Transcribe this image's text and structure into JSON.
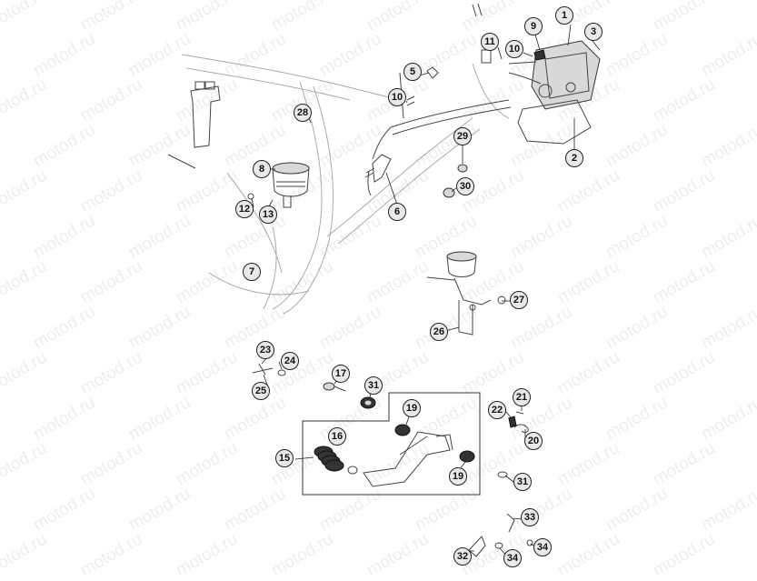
{
  "watermark": {
    "text": "motod.ru"
  },
  "callouts": [
    {
      "label": "1"
    },
    {
      "label": "2"
    },
    {
      "label": "3"
    },
    {
      "label": "5"
    },
    {
      "label": "6"
    },
    {
      "label": "7"
    },
    {
      "label": "8"
    },
    {
      "label": "9"
    },
    {
      "label": "10"
    },
    {
      "label": "10"
    },
    {
      "label": "11"
    },
    {
      "label": "12"
    },
    {
      "label": "13"
    },
    {
      "label": "15"
    },
    {
      "label": "16"
    },
    {
      "label": "17"
    },
    {
      "label": "19"
    },
    {
      "label": "19"
    },
    {
      "label": "20"
    },
    {
      "label": "21"
    },
    {
      "label": "22"
    },
    {
      "label": "23"
    },
    {
      "label": "24"
    },
    {
      "label": "25"
    },
    {
      "label": "26"
    },
    {
      "label": "27"
    },
    {
      "label": "28"
    },
    {
      "label": "29"
    },
    {
      "label": "30"
    },
    {
      "label": "31"
    },
    {
      "label": "31"
    },
    {
      "label": "32"
    },
    {
      "label": "33"
    },
    {
      "label": "34"
    },
    {
      "label": "34"
    }
  ]
}
